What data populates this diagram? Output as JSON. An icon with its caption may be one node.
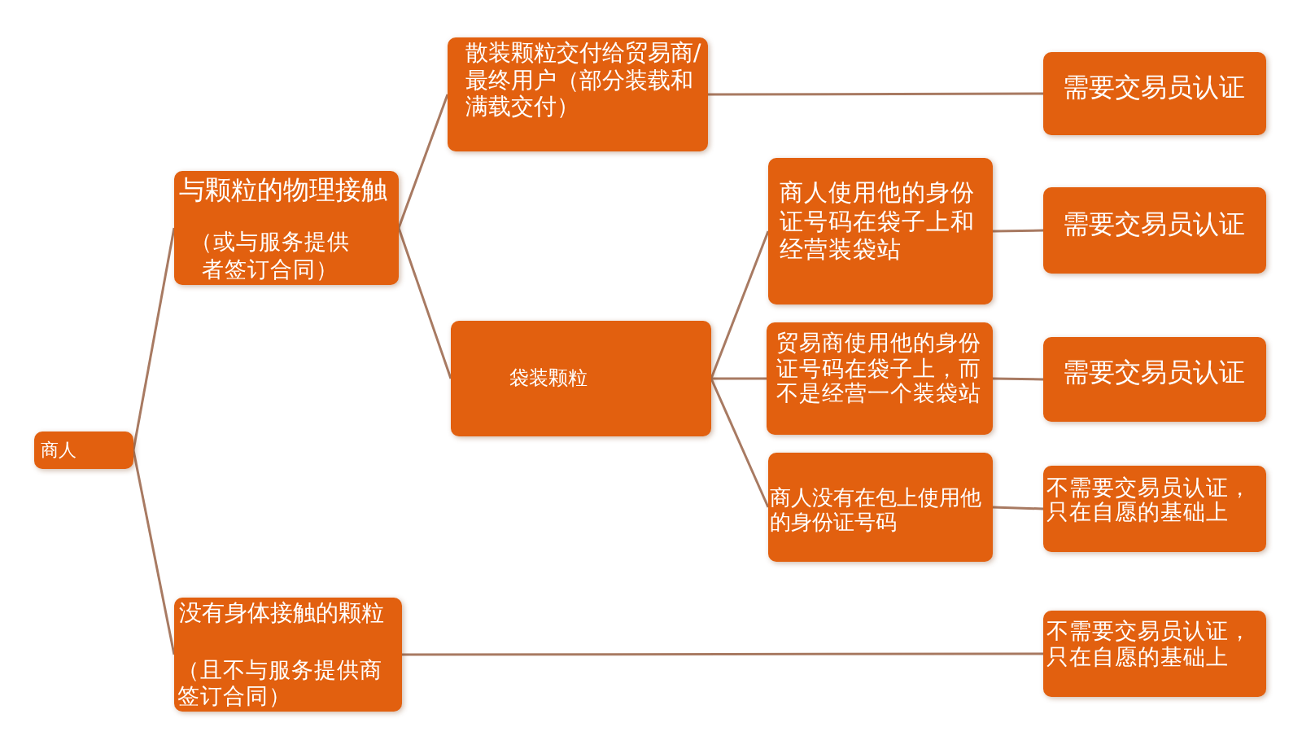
{
  "diagram": {
    "nodes": [
      {
        "text": [
          "商人"
        ]
      },
      {
        "text": [
          "与颗粒的物理接触",
          "（或与服务提供者签订合同）"
        ]
      },
      {
        "text": [
          "没有身体接触的颗粒",
          "（且不与服务提供商签订合同）"
        ]
      },
      {
        "text": [
          "散装颗粒交付给贸易商/最终用户（部分装载和满载交付）"
        ]
      },
      {
        "text": [
          "袋装颗粒"
        ]
      },
      {
        "text": [
          "商人使用他的身份证号码在袋子上和经营装袋站"
        ]
      },
      {
        "text": [
          "贸易商使用他的身份证号码在袋子上，而不是经营一个装袋站"
        ]
      },
      {
        "text": [
          "商人没有在包上使用他的身份证号码"
        ]
      },
      {
        "text": [
          "需要交易员认证"
        ]
      },
      {
        "text": [
          "需要交易员认证"
        ]
      },
      {
        "text": [
          "需要交易员认证"
        ]
      },
      {
        "text": [
          "不需要交易员认证，只在自愿的基础上"
        ]
      },
      {
        "text": [
          "不需要交易员认证，只在自愿的基础上"
        ]
      }
    ],
    "edges": [
      {
        "from": 0,
        "to": 1,
        "arrow": "none"
      },
      {
        "from": 0,
        "to": 2,
        "arrow": "none"
      },
      {
        "from": 1,
        "to": 3,
        "arrow": "none"
      },
      {
        "from": 1,
        "to": 4,
        "arrow": "none"
      },
      {
        "from": 3,
        "to": 8,
        "arrow": "none"
      },
      {
        "from": 4,
        "to": 5,
        "arrow": "none"
      },
      {
        "from": 4,
        "to": 6,
        "arrow": "none"
      },
      {
        "from": 4,
        "to": 7,
        "arrow": "none"
      },
      {
        "from": 5,
        "to": 9,
        "arrow": "none"
      },
      {
        "from": 6,
        "to": 10,
        "arrow": "none"
      },
      {
        "from": 7,
        "to": 11,
        "arrow": "none"
      },
      {
        "from": 2,
        "to": 12,
        "arrow": "none"
      }
    ]
  }
}
